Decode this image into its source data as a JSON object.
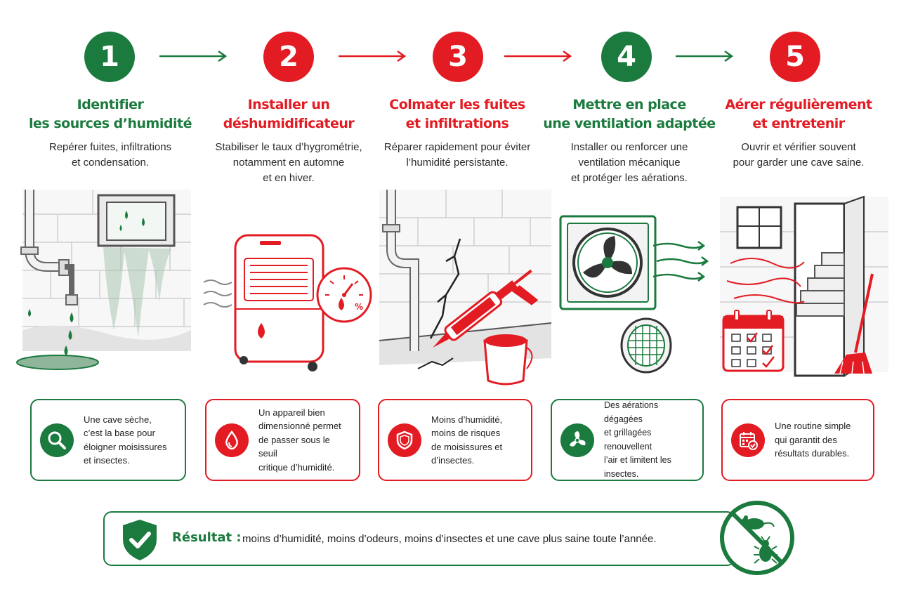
{
  "steps": [
    {
      "number": "1",
      "title_line1": "Identifier",
      "title_line2": "les sources d’humidité",
      "desc_line1": "Repérer fuites, infiltrations",
      "desc_line2": "et condensation.",
      "desc_line3": "",
      "card_line1": "Une cave sèche,",
      "card_line2": "c’est la base pour",
      "card_line3": "éloigner moisissures",
      "card_line4": "et insectes."
    },
    {
      "number": "2",
      "title_line1": "Installer un",
      "title_line2": "déshumidificateur",
      "desc_line1": "Stabiliser le taux d’hygrométrie,",
      "desc_line2": "notamment en automne",
      "desc_line3": "et en hiver.",
      "card_line1": "Un appareil bien",
      "card_line2": "dimensionné permet",
      "card_line3": "de passer sous le seuil",
      "card_line4": "critique d’humidité."
    },
    {
      "number": "3",
      "title_line1": "Colmater les fuites",
      "title_line2": "et infiltrations",
      "desc_line1": "Réparer rapidement pour éviter",
      "desc_line2": "l’humidité persistante.",
      "desc_line3": "",
      "card_line1": "Moins d’humidité,",
      "card_line2": "moins de risques",
      "card_line3": "de moisissures et",
      "card_line4": "d’insectes."
    },
    {
      "number": "4",
      "title_line1": "Mettre en place",
      "title_line2": "une ventilation adaptée",
      "desc_line1": "Installer ou renforcer une",
      "desc_line2": "ventilation mécanique",
      "desc_line3": "et protéger les aérations.",
      "card_line1": "Des aérations dégagées",
      "card_line2": "et grillagées renouvellent",
      "card_line3": "l’air et limitent les",
      "card_line4": "insectes."
    },
    {
      "number": "5",
      "title_line1": "Aérer régulièrement",
      "title_line2": "et entretenir",
      "desc_line1": "Ouvrir et vérifier souvent",
      "desc_line2": "pour garder une cave saine.",
      "desc_line3": "",
      "card_line1": "Une routine simple",
      "card_line2": "qui garantit des",
      "card_line3": "résultats durables.",
      "card_line4": ""
    }
  ],
  "gauge_label": "%",
  "result": {
    "label": "Résultat :",
    "text": "moins d’humidité, moins d’odeurs, moins d’insectes et une cave plus saine toute l’année."
  },
  "colors": {
    "green": "#1b7a3e",
    "red": "#e31b23",
    "water": "#8fb59a",
    "wall": "#d6d6d6"
  },
  "icons": [
    "magnifier-icon",
    "drop-icon",
    "shield-icon",
    "fan-icon",
    "calendar-check-icon",
    "shield-check-icon",
    "no-pests-icon"
  ]
}
